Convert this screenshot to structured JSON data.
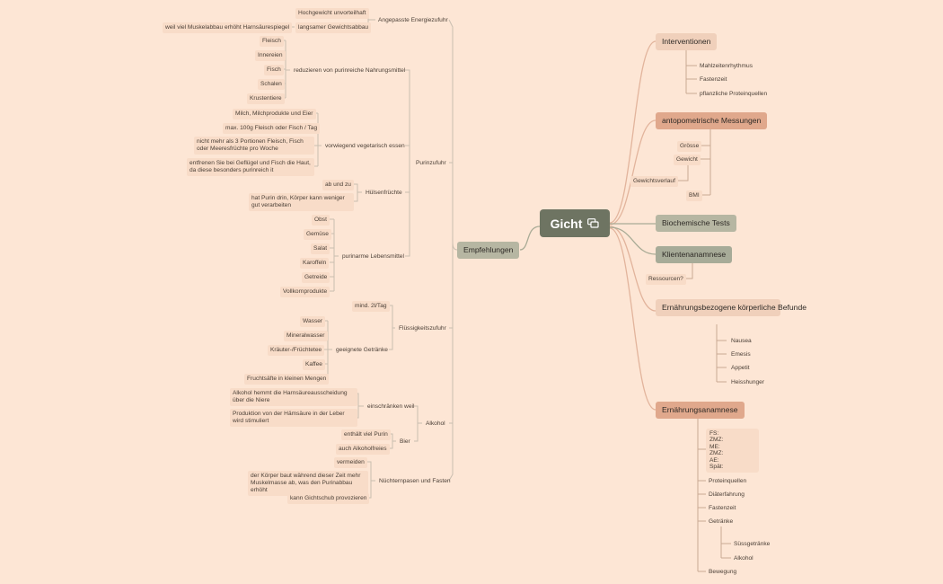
{
  "root": {
    "label": "Gicht",
    "icon": "link-notes-icon"
  },
  "colors": {
    "background": "#fde6d5",
    "root": "#6e7462",
    "salmon": "#e0a88c",
    "peach": "#f0d0bb",
    "gray_green": "#b6b6a2",
    "sage": "#a7ab98"
  },
  "right": {
    "interventionen": {
      "label": "Interventionen",
      "children": [
        "Mahlzeitenrhythmus",
        "Fastenzeit",
        "pflanzliche Proteinquellen"
      ]
    },
    "anthro": {
      "label": "antopometrische Messungen",
      "children": [
        "Grösse",
        "Gewicht",
        "Gewichtsverlauf",
        "BMI"
      ]
    },
    "biochem": {
      "label": "Biochemische Tests"
    },
    "klienten": {
      "label": "Klientenanamnese",
      "children": [
        "Ressourcen?"
      ]
    },
    "befunde": {
      "label": "Ernährungsbezogene körperliche Befunde",
      "children": [
        "Nausea",
        "Emesis",
        "Appetit",
        "Heisshunger"
      ]
    },
    "ernaehrung": {
      "label": "Ernährungsanamnese",
      "mahlzeiten": [
        "FS:",
        "ZMZ:",
        "ME:",
        "ZMZ:",
        "AE:",
        "Spät:"
      ],
      "children": [
        "Proteinquellen",
        "Diäterfahrung",
        "Fastenzeit",
        "Getränke",
        "Süssgetränke",
        "Alkohol",
        "Bewegung"
      ]
    }
  },
  "left": {
    "empfehlungen": "Empfehlungen",
    "energie": {
      "label": "Angepasste Energiezufuhr",
      "hochgewicht": "Hochgewicht unvorteilhaft",
      "langsam": "langsamer Gewichtsabbau",
      "muskel": "weil viel Muskelabbau erhöht Harnsäurespiegel"
    },
    "purin": {
      "label": "Purinzufuhr",
      "reduzieren": {
        "label": "reduzieren von purinreiche Nahrungsmittel",
        "items": [
          "Fleisch",
          "Innereien",
          "Fisch",
          "Schalen",
          "Krustentiere"
        ]
      },
      "vegetarisch": {
        "label": "vorwiegend vegetarisch essen",
        "items": [
          "Milch, Milchprodukte und Eier",
          "max. 100g Fleisch oder Fisch / Tag",
          "nicht mehr als 3 Portionen Fleisch, Fisch oder Meeresfrüchte pro Woche",
          "entfrenen Sie bei Geflügel und Fisch die Haut, da diese besonders purinreich it"
        ]
      },
      "huelsen": {
        "label": "Hülsenfrüchte",
        "items": [
          "ab und zu",
          "hat Purin drin, Körper kann weniger gut verarbeiten"
        ]
      },
      "purinarm": {
        "label": "purinarme Lebensmittel",
        "items": [
          "Obst",
          "Gemüse",
          "Salat",
          "Karoffeln",
          "Getreide",
          "Vollkornprodukte"
        ]
      }
    },
    "fluessig": {
      "label": "Flüssigkeitszufuhr",
      "mind": "mind. 2l/Tag",
      "getraenke": {
        "label": "geeignete Getränke",
        "items": [
          "Wasser",
          "Mineralwasser",
          "Kräuter-/Früchtetee",
          "Kaffee",
          "Fruchtsäfte in kleinen Mengen"
        ]
      }
    },
    "alkohol": {
      "label": "Alkohol",
      "einschraenken": {
        "label": "einschränken weil",
        "items": [
          "Alkohol hemmt die Harnsäureausscheidung über die Niere",
          "Produktion von der Hämsäure in der Leber wird stimuliert"
        ]
      },
      "bier": {
        "label": "Bier",
        "items": [
          "enthält viel Purin",
          "auch Alkoholfreies"
        ]
      }
    },
    "fasten": {
      "label": "Nüchternpasen und Fasten",
      "items": [
        "vermeiden",
        "der Körper baut während dieser Zeit mehr Muskelmasse ab, was den Purinabbau erhöht",
        "kann Gichtschub provozieren"
      ]
    }
  }
}
